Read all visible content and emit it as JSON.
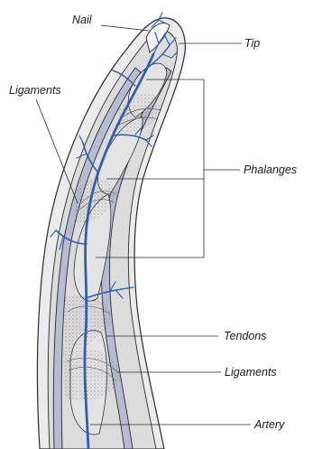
{
  "labels": {
    "nail": "Nail",
    "tip": "Tip",
    "ligaments_top": "Ligaments",
    "phalanges": "Phalanges",
    "tendons": "Tendons",
    "ligaments_bottom": "Ligaments",
    "artery": "Artery"
  },
  "colors": {
    "artery": "#2f5fb3",
    "tendon": "#b7bcd4",
    "skin": "#ebebeb"
  }
}
